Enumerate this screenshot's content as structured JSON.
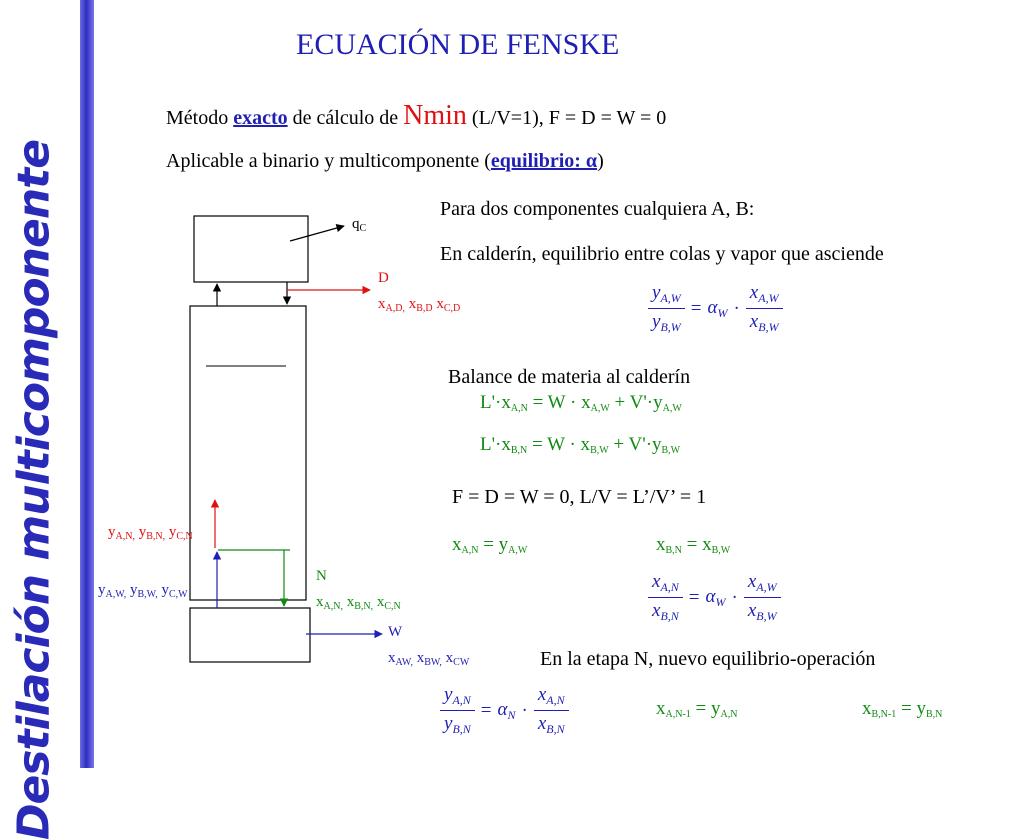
{
  "side_title": "Destilación multicomponente",
  "title": "ECUACIÓN DE FENSKE",
  "line1": {
    "pre": "Método ",
    "link": "exacto",
    "mid": " de  cálculo de ",
    "nmin": "Nmin",
    "post": " (L/V=1), F = D = W = 0"
  },
  "line2": {
    "pre": "Aplicable a binario y multicomponente (",
    "link": "equilibrio: α",
    "post": ")"
  },
  "para1": "Para dos componentes cualquiera A, B:",
  "para2": "En calderín, equilibrio entre colas y vapor que asciende",
  "balance": "Balance de materia al calderín",
  "balance_eq1": "L'·xA,N = W · xA,W + V'·yA,W",
  "balance_eq2": "L'·xB,N = W · xB,W + V'·yB,W",
  "conditions": "F = D = W = 0, L/V = L’/V’ = 1",
  "relations": {
    "r1_lhs": "x",
    "r1_lhs_sub": "A,N",
    "r1_rhs": "y",
    "r1_rhs_sub": "A,W",
    "r2_lhs": "x",
    "r2_lhs_sub": "B,N",
    "r2_rhs": "x",
    "r2_rhs_sub": "B,W",
    "r3_lhs": "x",
    "r3_lhs_sub": "A,N-1",
    "r3_rhs": "y",
    "r3_rhs_sub": "A,N",
    "r4_lhs": "x",
    "r4_lhs_sub": "B,N-1",
    "r4_rhs": "y",
    "r4_rhs_sub": "B,N"
  },
  "stage_n_text": "En la etapa N, nuevo equilibrio-operación",
  "equations": {
    "eq1": {
      "num1": "y",
      "num1_sub": "A,W",
      "den1": "y",
      "den1_sub": "B,W",
      "alpha": "α",
      "alpha_sub": "W",
      "num2": "x",
      "num2_sub": "A,W",
      "den2": "x",
      "den2_sub": "B,W"
    },
    "eq2": {
      "num1": "x",
      "num1_sub": "A,N",
      "den1": "x",
      "den1_sub": "B,N",
      "alpha": "α",
      "alpha_sub": "W",
      "num2": "x",
      "num2_sub": "A,W",
      "den2": "x",
      "den2_sub": "B,W"
    },
    "eq3": {
      "num1": "y",
      "num1_sub": "A,N",
      "den1": "y",
      "den1_sub": "B,N",
      "alpha": "α",
      "alpha_sub": "N",
      "num2": "x",
      "num2_sub": "A,N",
      "den2": "x",
      "den2_sub": "B,N"
    }
  },
  "diagram": {
    "qc": "q",
    "qc_sub": "C",
    "d": "D",
    "d_comp": "x",
    "d_sub1": "A,D,",
    "d_sub2": "B,D",
    "d_sub3": "C,D",
    "y_n": "y",
    "y_n_sub1": "A,N,",
    "y_n_sub2": "B,N,",
    "y_n_sub3": "C,N",
    "n": "N",
    "x_n": "x",
    "x_n_sub1": "A,N,",
    "x_n_sub2": "B,N,",
    "x_n_sub3": "C,N",
    "y_w": "y",
    "y_w_sub1": "A,W,",
    "y_w_sub2": "B,W,",
    "y_w_sub3": "C,W",
    "w": "W",
    "x_w": "x",
    "x_w_sub1": "AW,",
    "x_w_sub2": "BW,",
    "x_w_sub3": "CW"
  },
  "colors": {
    "title": "#1f1fb3",
    "red": "#e01010",
    "green": "#118a11",
    "sidebar": "#2a2ab8"
  }
}
